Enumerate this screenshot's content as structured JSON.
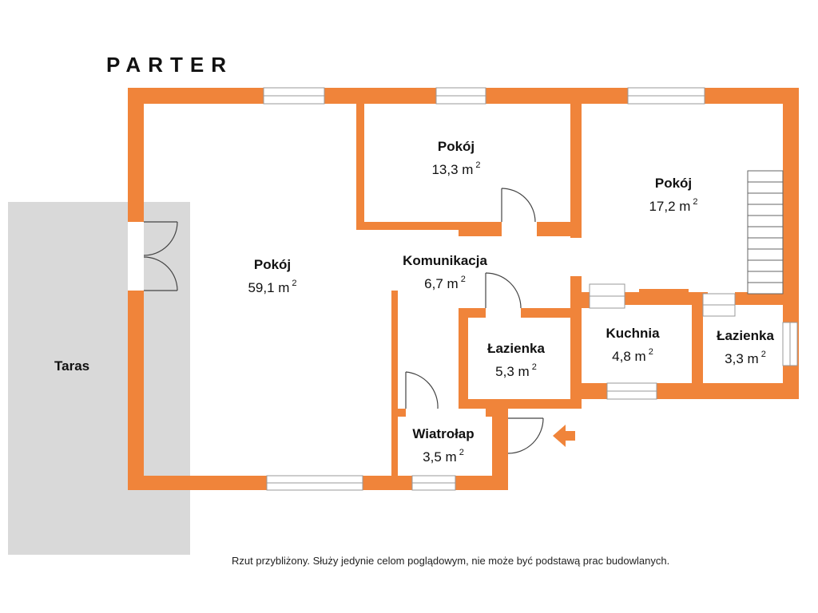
{
  "title": "PARTER",
  "terrace_label": "Taras",
  "note": "Rzut przybliżony. Służy jedynie celom poglądowym, nie może być podstawą prac budowlanych.",
  "area_exponent": "2",
  "colors": {
    "wall": "#f0843a",
    "terrace": "#d9d9d9",
    "window": "#ffffff",
    "door_line": "#444444",
    "entry_arrow": "#f0843a"
  },
  "rooms": [
    {
      "id": "pokoj-59",
      "name": "Pokój",
      "area": "59,1 m"
    },
    {
      "id": "pokoj-13",
      "name": "Pokój",
      "area": "13,3 m"
    },
    {
      "id": "pokoj-17",
      "name": "Pokój",
      "area": "17,2 m"
    },
    {
      "id": "komunikacja",
      "name": "Komunikacja",
      "area": "6,7 m"
    },
    {
      "id": "lazienka-5",
      "name": "Łazienka",
      "area": "5,3 m"
    },
    {
      "id": "kuchnia",
      "name": "Kuchnia",
      "area": "4,8 m"
    },
    {
      "id": "lazienka-3",
      "name": "Łazienka",
      "area": "3,3 m"
    },
    {
      "id": "wiatrolap",
      "name": "Wiatrołap",
      "area": "3,5 m"
    }
  ]
}
